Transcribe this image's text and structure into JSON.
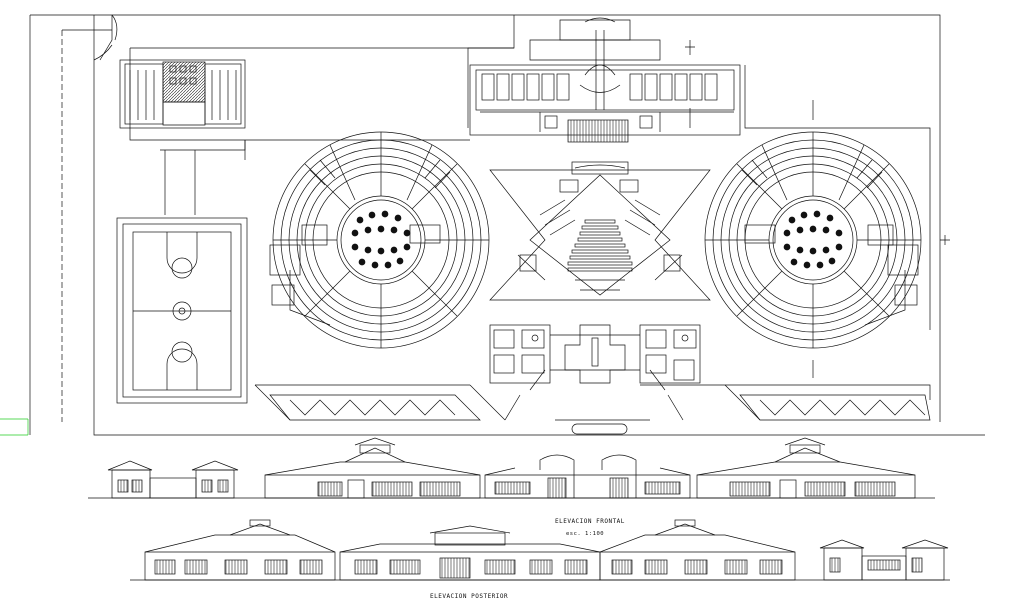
{
  "elevations": {
    "front": {
      "title": "ELEVACION FRONTAL",
      "scale": "esc. 1:100"
    },
    "back": {
      "title": "ELEVACION POSTERIOR"
    }
  },
  "colors": {
    "line": "#111111",
    "background": "#ffffff",
    "hatch": "#222222",
    "accent_green": "#22cc22"
  }
}
